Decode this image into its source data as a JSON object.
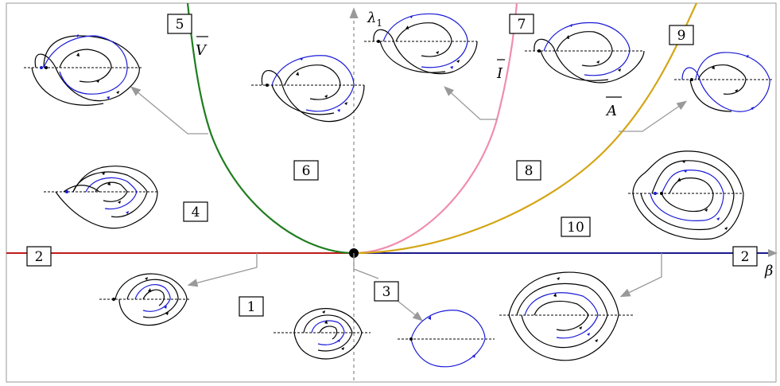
{
  "axes": {
    "x_label": "β",
    "y_label": "λ",
    "y_label_sub": "1"
  },
  "curves": {
    "V": {
      "label": "V",
      "color": "#1e7d1e"
    },
    "I": {
      "label": "I",
      "color": "#f08cb0"
    },
    "A": {
      "label": "A",
      "color": "#d4a514"
    },
    "left_axis": {
      "color": "#c01c1c"
    },
    "right_axis": {
      "color": "#1a1a8c"
    }
  },
  "regions": [
    {
      "id": "r2-left",
      "label": "2"
    },
    {
      "id": "r1",
      "label": "1"
    },
    {
      "id": "r3",
      "label": "3"
    },
    {
      "id": "r4",
      "label": "4"
    },
    {
      "id": "r5",
      "label": "5"
    },
    {
      "id": "r6",
      "label": "6"
    },
    {
      "id": "r7",
      "label": "7"
    },
    {
      "id": "r8",
      "label": "8"
    },
    {
      "id": "r9",
      "label": "9"
    },
    {
      "id": "r10",
      "label": "10"
    },
    {
      "id": "r2-right",
      "label": "2"
    }
  ],
  "colors": {
    "orbit_black": "#000000",
    "orbit_blue": "#1a1ad6",
    "pointer": "#999999",
    "dashed_axis": "#999999",
    "frame": "#9a9a9a"
  }
}
